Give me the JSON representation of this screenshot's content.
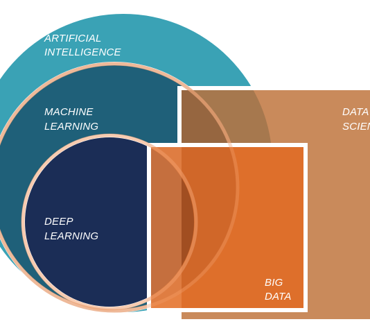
{
  "diagram": {
    "nodes": {
      "ai": {
        "label_line1": "ARTIFICIAL",
        "label_line2": "INTELLIGENCE",
        "color": "#3aa2b5"
      },
      "ml": {
        "label_line1": "MACHINE",
        "label_line2": "LEARNING",
        "color": "#1f6079"
      },
      "dl": {
        "label_line1": "DEEP",
        "label_line2": "LEARNING",
        "color": "#1b2d56"
      },
      "ds": {
        "label_line1": "DATA",
        "label_line2": "SCIENCE",
        "color": "#c98a5b"
      },
      "bd": {
        "label_line1": "BIG",
        "label_line2": "DATA",
        "color": "#de6f2b"
      }
    }
  }
}
